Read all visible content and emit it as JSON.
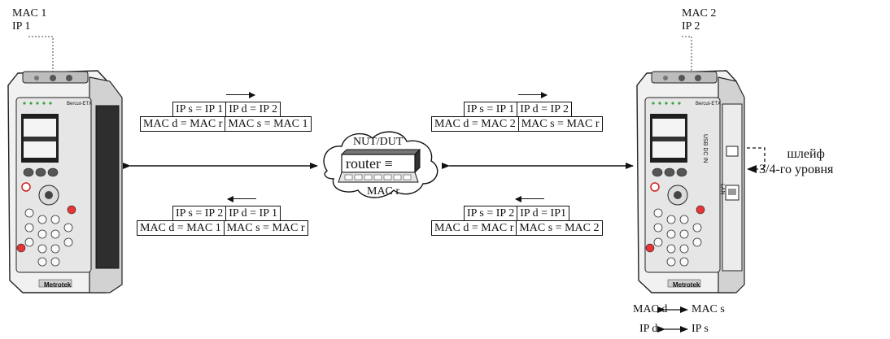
{
  "device_left": {
    "mac": "MAC 1",
    "ip": "IP 1",
    "brand": "Metrotek",
    "model": "Bercut-ETX"
  },
  "device_right": {
    "mac": "MAC 2",
    "ip": "IP 2",
    "brand": "Metrotek",
    "model": "Bercut-ETX",
    "port_usb": "USB",
    "port_dc": "DC IN",
    "port_lan": "LAN"
  },
  "router": {
    "top_label": "NUT/DUT",
    "name": "router",
    "mac": "MAC r"
  },
  "packets": {
    "left_top": {
      "row1": [
        "IP s = IP 1",
        "IP d = IP 2"
      ],
      "row2": [
        "MAC d = MAC r",
        "MAC s = MAC 1"
      ]
    },
    "left_bottom": {
      "row1": [
        "IP s = IP 2",
        "IP d = IP 1"
      ],
      "row2": [
        "MAC d = MAC 1",
        "MAC s = MAC r"
      ]
    },
    "right_top": {
      "row1": [
        "IP s = IP 1",
        "IP d = IP 2"
      ],
      "row2": [
        "MAC d = MAC 2",
        "MAC s = MAC r"
      ]
    },
    "right_bottom": {
      "row1": [
        "IP s = IP 2",
        "IP d = IP1"
      ],
      "row2": [
        "MAC d = MAC r",
        "MAC s = MAC 2"
      ]
    }
  },
  "loopback": {
    "line1": "шлейф",
    "line2": "3/4-го уровня"
  },
  "swap": {
    "mac_left": "MAC d",
    "mac_right": "MAC s",
    "ip_left": "IP d",
    "ip_right": "IP s"
  }
}
